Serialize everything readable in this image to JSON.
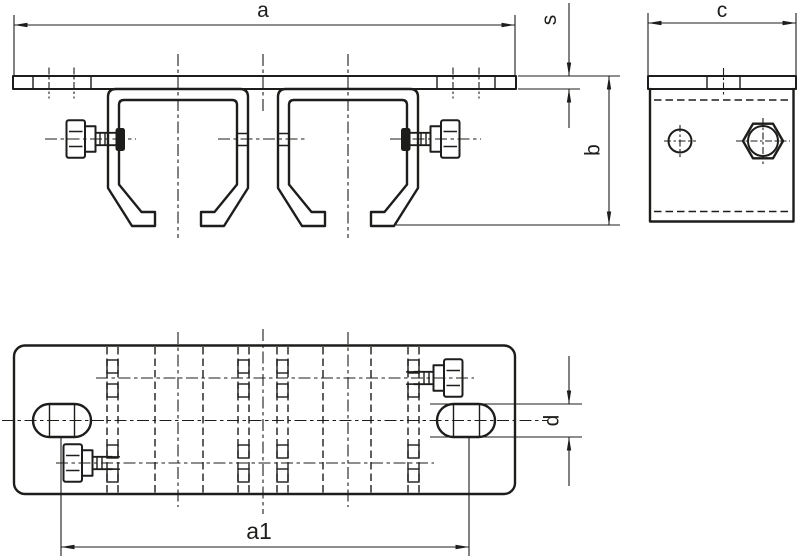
{
  "drawing": {
    "type": "technical-dimension-drawing",
    "subject": "double ceiling bracket for C-rail profiles, three orthographic views",
    "colors": {
      "ink": "#1d1d1b",
      "bg": "#ffffff"
    },
    "labels": {
      "a": "a",
      "s": "s",
      "c": "c",
      "b": "b",
      "a1": "a1",
      "d": "d"
    }
  }
}
